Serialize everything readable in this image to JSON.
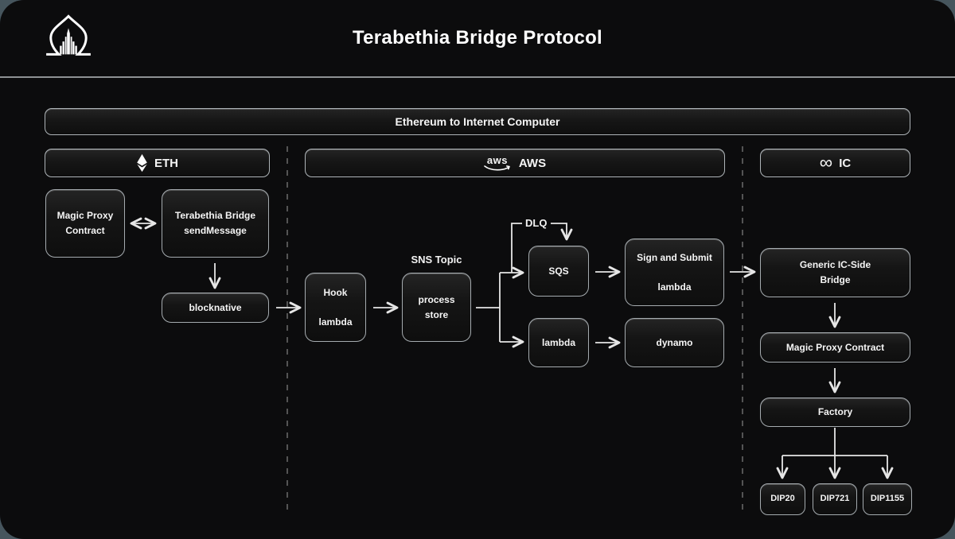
{
  "header": {
    "title": "Terabethia Bridge Protocol"
  },
  "banner": {
    "label": "Ethereum to Internet Computer"
  },
  "sections": {
    "eth": {
      "label": "ETH"
    },
    "aws": {
      "label": "AWS",
      "logo_text": "aws"
    },
    "ic": {
      "label": "IC",
      "infinity": "∞"
    }
  },
  "nodes": {
    "magic_proxy_eth": "Magic Proxy\nContract",
    "terabethia_bridge": "Terabethia Bridge\nsendMessage",
    "blocknative": "blocknative",
    "hook_lambda": "Hook\n\nlambda",
    "process_store": "process\nstore",
    "sqs": "SQS",
    "sign_submit_lambda": "Sign and Submit\n\nlambda",
    "lambda": "lambda",
    "dynamo": "dynamo",
    "generic_ic_bridge": "Generic IC-Side\nBridge",
    "magic_proxy_ic": "Magic Proxy Contract",
    "factory": "Factory",
    "dip20": "DIP20",
    "dip721": "DIP721",
    "dip1155": "DIP1155"
  },
  "labels": {
    "sns_topic": "SNS Topic",
    "dlq": "DLQ"
  },
  "colors": {
    "page_background": "#46555d",
    "card_background": "#0c0c0d",
    "box_border": "#aeb4b8",
    "arrow": "#e6e6e6",
    "text": "#f5f5f5"
  }
}
